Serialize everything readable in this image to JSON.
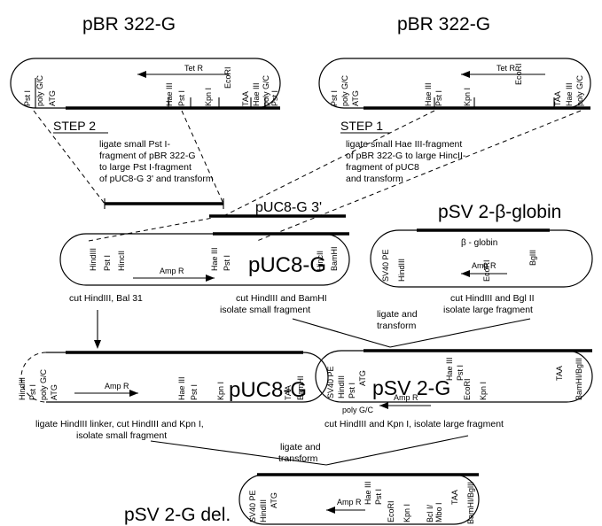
{
  "plasmids": {
    "pbr_left_title": "pBR 322-G",
    "pbr_right_title": "pBR 322-G",
    "pucg3_label": "pUC8-G 3'",
    "psvbg_title": "pSV 2-β-globin",
    "puc8g_mid": "pUC8-G",
    "puc8g_low": "pUC8-G",
    "psv2g": "pSV 2-G",
    "psv2gdel": "pSV 2-G del."
  },
  "steps": {
    "step2": "STEP 2",
    "step1": "STEP 1",
    "step2_lines": [
      "ligate small Pst I-",
      "fragment of pBR 322-G",
      "to large Pst I-fragment",
      "of pUC8-G 3' and transform"
    ],
    "step1_lines": [
      "ligate small Hae III-fragment",
      "of pBR 322-G to large HincII-",
      "fragment of pUC8",
      "and transform"
    ]
  },
  "notes": {
    "cut_left": "cut HindIII, Bal 31",
    "cut_mid_1": "cut HindIII and BamHI",
    "cut_mid_2": "isolate small fragment",
    "cut_right_1": "cut HindIII and Bgl II",
    "cut_right_2": "isolate large fragment",
    "ligate_1": "ligate and",
    "ligate_2": "transform",
    "low_left_1": "ligate HindIII linker, cut HindIII and Kpn I,",
    "low_left_2": "isolate small fragment",
    "low_right": "cut HindIII and Kpn I, isolate large fragment",
    "ligate_b1": "ligate and",
    "ligate_b2": "transform"
  },
  "sites": {
    "pst1": "Pst I",
    "polygc": "poly G/C",
    "atg": "ATG",
    "tetr": "Tet R",
    "ecori": "EcoRI",
    "haeiii": "Hae III",
    "kpni": "Kpn I",
    "taa": "TAA",
    "hindiii": "HindIII",
    "hincii": "HincII",
    "bamhi": "BamHI",
    "ampr": "Amp R",
    "sv40pe": "SV40 PE",
    "bglii": "BglII",
    "betaglobin": "β - globin",
    "bam_bgl": "BamHI/BglII",
    "bcl_mbo": "Bcl I/",
    "mbo": "Mbo I"
  }
}
